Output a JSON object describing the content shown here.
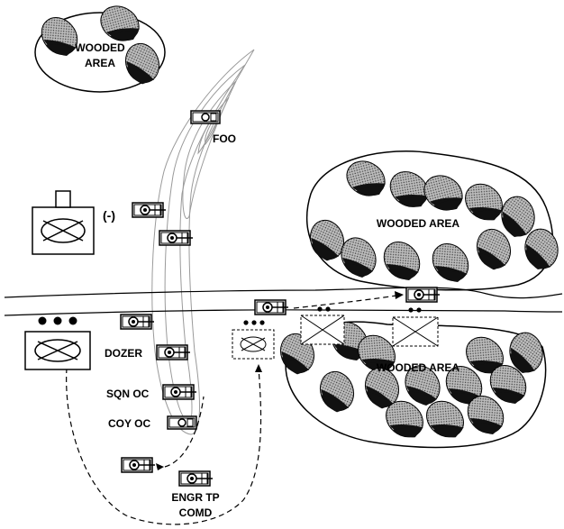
{
  "labels": {
    "wooded_area_nw_line1": "WOODED",
    "wooded_area_nw_line2": "AREA",
    "foo": "FOO",
    "minus": "(-)",
    "wooded_area_ne": "WOODED AREA",
    "wooded_area_se": "WOODED AREA",
    "dozer": "DOZER",
    "sqn_oc": "SQN OC",
    "coy_oc": "COY OC",
    "engr_tp_line1": "ENGR TP",
    "engr_tp_line2": "COMD"
  },
  "colors": {
    "ink": "#000000",
    "tree_shadow": "#1a1a1a",
    "tree_light": "#8c8c8c",
    "contour": "#9a9a9a",
    "background": "#ffffff"
  },
  "icons": [
    "wooded-area-symbol",
    "tank-symbol",
    "apc-symbol",
    "infantry-unit-symbol",
    "dozer-symbol",
    "road-symbol"
  ]
}
